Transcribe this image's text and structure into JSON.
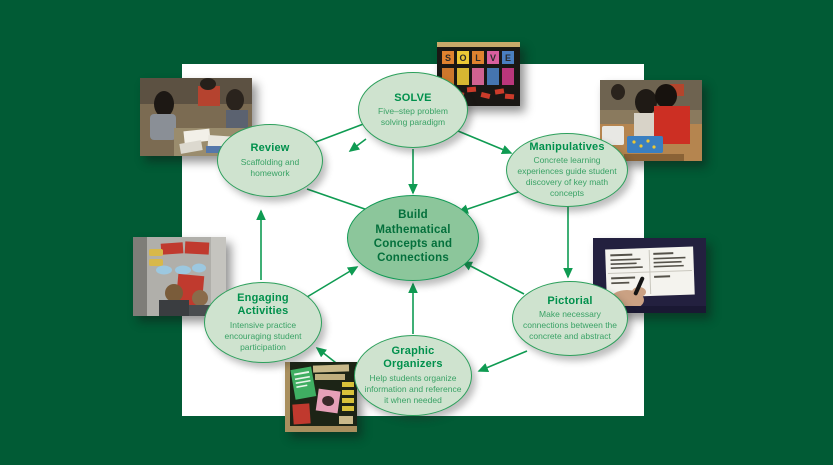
{
  "page": {
    "bg_color": "#015b35",
    "panel_color": "#ffffff"
  },
  "diagram": {
    "center_node": {
      "id": "build-mathematical-concepts",
      "title": "Build Mathematical Concepts and Connections"
    },
    "nodes": [
      {
        "id": "solve",
        "title": "SOLVE",
        "desc": "Five–step problem solving paradigm"
      },
      {
        "id": "review",
        "title": "Review",
        "desc": "Scaffolding and homework"
      },
      {
        "id": "manipulatives",
        "title": "Manipulatives",
        "desc": "Concrete learning experiences guide student discovery of key math concepts"
      },
      {
        "id": "pictorial",
        "title": "Pictorial",
        "desc": "Make necessary connections between the concrete and abstract"
      },
      {
        "id": "graphic-organizers",
        "title": "Graphic Organizers",
        "desc": "Help students organize information and reference it when needed"
      },
      {
        "id": "engaging-activities",
        "title": "Engaging Activities",
        "desc": "Intensive practice encouraging student participation"
      }
    ],
    "connections": {
      "ring_clockwise": [
        "review→solve",
        "solve→review",
        "solve→manipulatives",
        "manipulatives→pictorial",
        "pictorial→graphic-organizers",
        "graphic-organizers→engaging-activities",
        "engaging-activities→review"
      ],
      "spokes_to_center": [
        "solve",
        "review",
        "manipulatives",
        "pictorial",
        "graphic-organizers",
        "engaging-activities"
      ]
    },
    "colors": {
      "node_fill": "#cfe3cf",
      "node_border": "#2da05c",
      "node_title": "#00904c",
      "node_desc": "#3aa266",
      "center_fill": "#8cc69b",
      "center_border": "#129a55",
      "center_text": "#04703c",
      "arrow": "#0f9b52"
    }
  },
  "photos": {
    "solve_board_letters": [
      "S",
      "O",
      "L",
      "V",
      "E"
    ],
    "names": [
      "classroom-group-work",
      "solve-bulletin-board",
      "students-with-manipulatives",
      "teacher-writing-worksheet",
      "students-sorting-cards",
      "classroom-display-board"
    ]
  }
}
